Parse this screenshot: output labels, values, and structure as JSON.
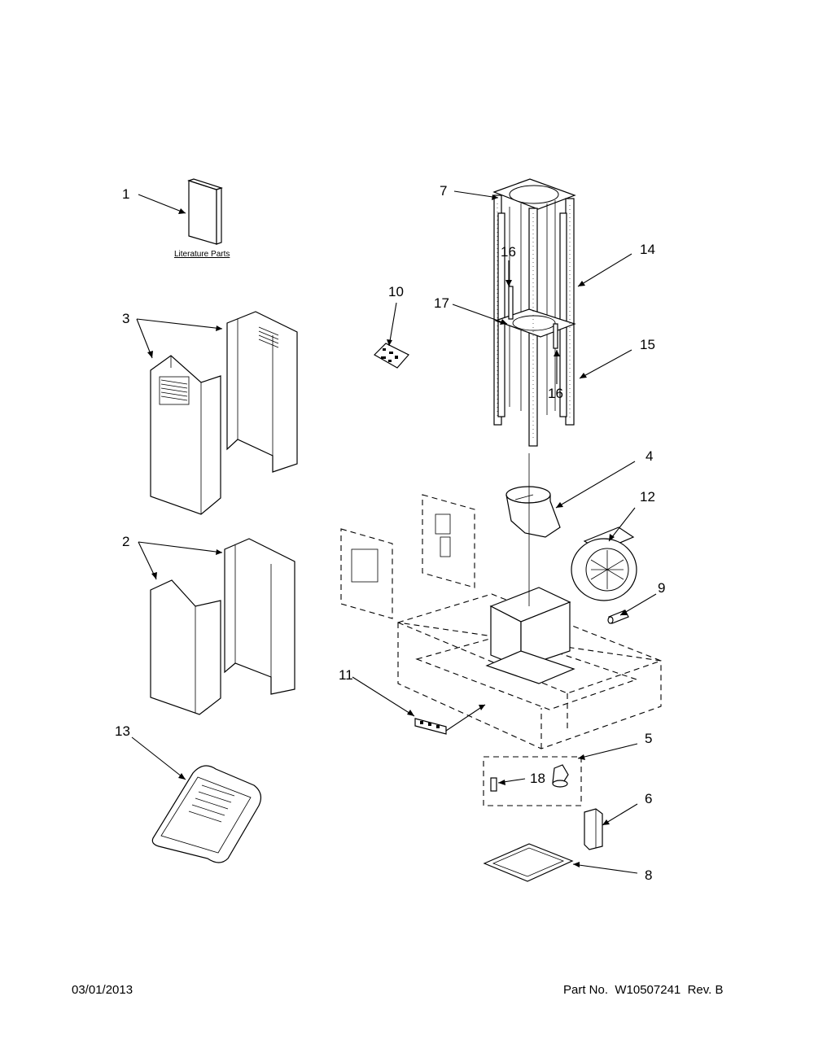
{
  "callouts": {
    "c1": "1",
    "c2": "2",
    "c3": "3",
    "c4": "4",
    "c5": "5",
    "c6": "6",
    "c7": "7",
    "c8": "8",
    "c9": "9",
    "c10": "10",
    "c11": "11",
    "c12": "12",
    "c13": "13",
    "c14": "14",
    "c15": "15",
    "c16a": "16",
    "c16b": "16",
    "c17": "17",
    "c18": "18"
  },
  "literature_label": "Literature Parts",
  "footer": {
    "date": "03/01/2013",
    "part": "Part No.  W10507241  Rev. B"
  }
}
